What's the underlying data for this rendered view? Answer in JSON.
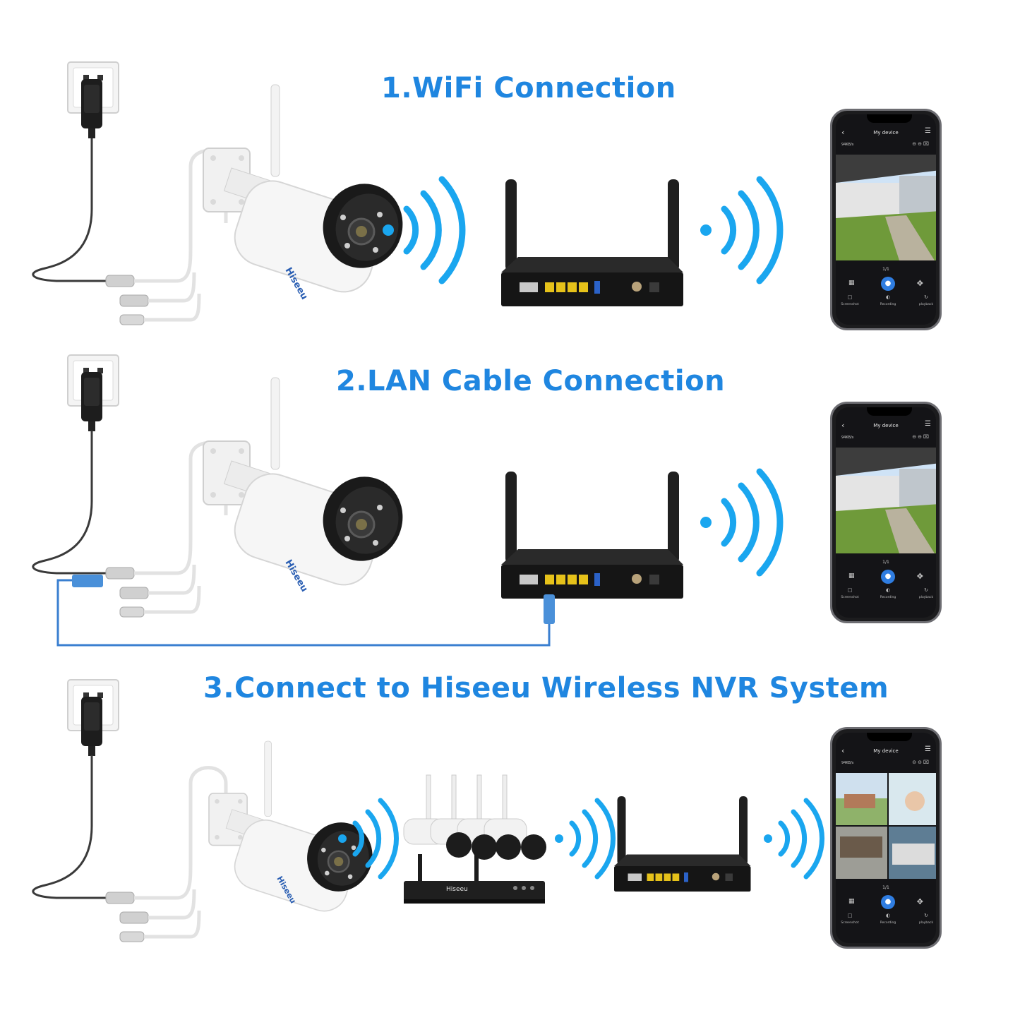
{
  "sections": [
    {
      "title": "1.WiFi Connection"
    },
    {
      "title": "2.LAN Cable Connection"
    },
    {
      "title": "3.Connect to Hiseeu Wireless NVR System"
    }
  ],
  "brand": "Hiseeu",
  "nvr_brand": "Hiseeu",
  "phone": {
    "header": "My device",
    "speed": "94KB/s",
    "page": "1/1",
    "labels": [
      "Screenshot",
      "Recording",
      "playback"
    ]
  },
  "colors": {
    "title": "#1f86e0",
    "wifi": "#1aa6ef",
    "cable": "#3a7fd0",
    "port": "#e6c21a"
  }
}
